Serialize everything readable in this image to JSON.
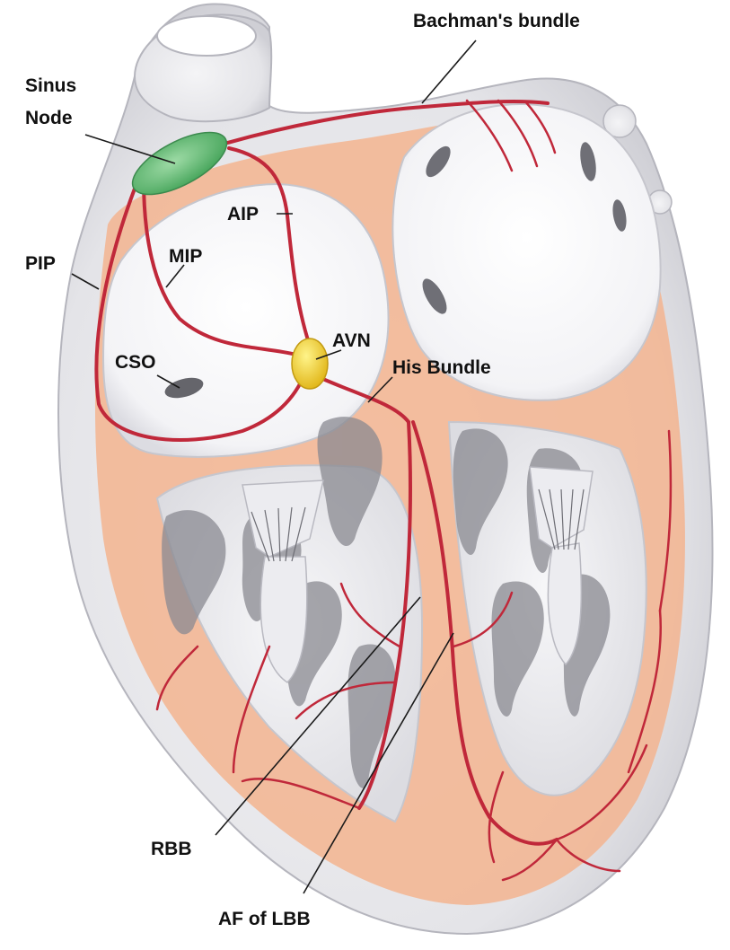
{
  "labels": {
    "bachmans_bundle": "Bachman's bundle",
    "sinus_node_1": "Sinus",
    "sinus_node_2": "Node",
    "aip": "AIP",
    "pip": "PIP",
    "mip": "MIP",
    "avn": "AVN",
    "cso": "CSO",
    "his_bundle": "His Bundle",
    "rbb": "RBB",
    "af_of_lbb": "AF of LBB"
  },
  "colors": {
    "conduction_path": "#c0283a",
    "sinus_node": "#6cc07a",
    "av_node": "#f2d22e",
    "myocardium_outer": "#e9e9ec",
    "myocardium_tint": "#f3b48f",
    "chamber": "#fbfbfc",
    "trabeculae": "#7c7c82"
  }
}
